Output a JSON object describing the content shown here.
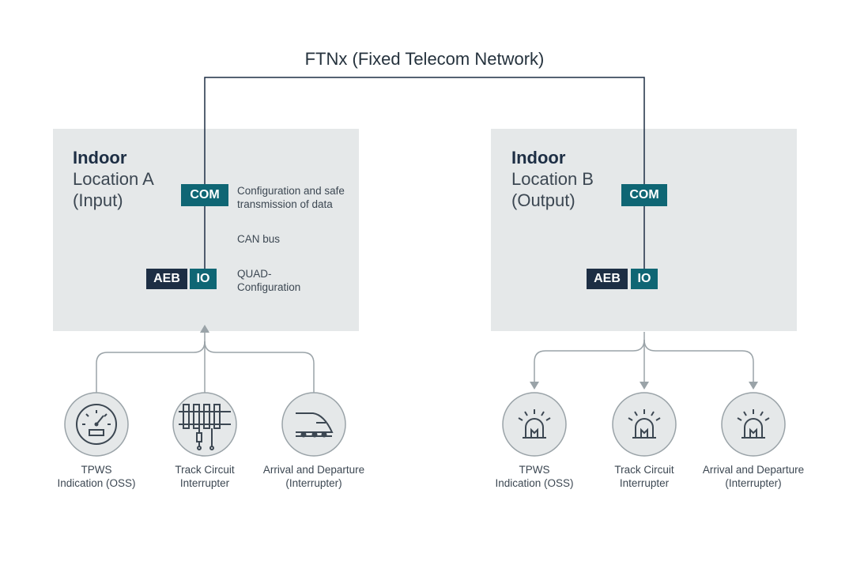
{
  "network": {
    "title": "FTNx (Fixed Telecom Network)"
  },
  "location_a": {
    "heading": "Indoor",
    "line1": "Location A",
    "line2": "(Input)",
    "com": "COM",
    "aeb": "AEB",
    "io": "IO",
    "notes": {
      "com_line1": "Configuration and safe",
      "com_line2": "transmission of data",
      "bus": "CAN bus",
      "quad_line1": "QUAD-",
      "quad_line2": "Configuration"
    },
    "devices": [
      {
        "icon": "gauge-icon",
        "line1": "TPWS",
        "line2": "Indication (OSS)"
      },
      {
        "icon": "track-circuit-icon",
        "line1": "Track Circuit",
        "line2": "Interrupter"
      },
      {
        "icon": "train-icon",
        "line1": "Arrival and Departure",
        "line2": "(Interrupter)"
      }
    ]
  },
  "location_b": {
    "heading": "Indoor",
    "line1": "Location B",
    "line2": "(Output)",
    "com": "COM",
    "aeb": "AEB",
    "io": "IO",
    "devices": [
      {
        "icon": "alarm-light-icon",
        "line1": "TPWS",
        "line2": "Indication (OSS)"
      },
      {
        "icon": "alarm-light-icon",
        "line1": "Track Circuit",
        "line2": "Interrupter"
      },
      {
        "icon": "alarm-light-icon",
        "line1": "Arrival and Departure",
        "line2": "(Interrupter)"
      }
    ]
  },
  "colors": {
    "teal": "#0f6674",
    "navy": "#1d2e44",
    "panel": "#e5e8e9",
    "connector": "#9aa3a8",
    "network_line": "#1d2e44"
  }
}
